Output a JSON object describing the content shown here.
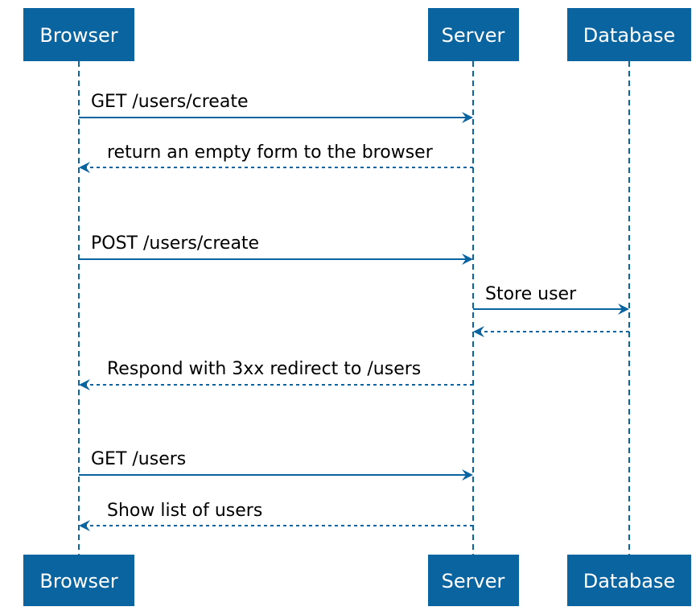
{
  "participants": [
    {
      "id": "browser",
      "label": "Browser"
    },
    {
      "id": "server",
      "label": "Server"
    },
    {
      "id": "database",
      "label": "Database"
    }
  ],
  "messages": [
    {
      "from": "browser",
      "to": "server",
      "kind": "request",
      "label": "GET /users/create"
    },
    {
      "from": "server",
      "to": "browser",
      "kind": "reply",
      "label": "return an empty form to the browser"
    },
    {
      "from": "browser",
      "to": "server",
      "kind": "request",
      "label": "POST /users/create"
    },
    {
      "from": "server",
      "to": "database",
      "kind": "request",
      "label": "Store user"
    },
    {
      "from": "database",
      "to": "server",
      "kind": "reply",
      "label": ""
    },
    {
      "from": "server",
      "to": "browser",
      "kind": "reply",
      "label": "Respond with 3xx redirect to /users"
    },
    {
      "from": "browser",
      "to": "server",
      "kind": "request",
      "label": "GET /users"
    },
    {
      "from": "server",
      "to": "browser",
      "kind": "reply",
      "label": "Show list of users"
    }
  ],
  "colors": {
    "participant_fill": "#0a64a0",
    "participant_text": "#ffffff",
    "line": "#0a64a0",
    "label_text": "#000000"
  }
}
